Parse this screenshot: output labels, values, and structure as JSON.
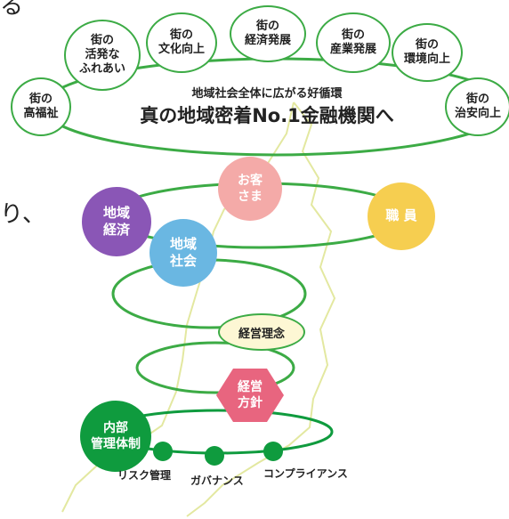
{
  "colors": {
    "green": "#3cab45",
    "dark_green": "#0f9b3e",
    "purple": "#8a56b6",
    "blue": "#6ab7e2",
    "pink": "#f4aaa8",
    "yellow": "#f6ce50",
    "red": "#e8657f",
    "cream": "#fdf7d4"
  },
  "side_text": {
    "top": "る",
    "middle": "り、"
  },
  "goals": [
    {
      "line1": "街の",
      "line2": "高福祉"
    },
    {
      "line1": "街の",
      "line2": "活発な",
      "line3": "ふれあい"
    },
    {
      "line1": "街の",
      "line2": "文化向上"
    },
    {
      "line1": "街の",
      "line2": "経済発展"
    },
    {
      "line1": "街の",
      "line2": "産業発展"
    },
    {
      "line1": "街の",
      "line2": "環境向上"
    },
    {
      "line1": "街の",
      "line2": "治安向上"
    }
  ],
  "big_ring": {
    "subtitle": "地域社会全体に広がる好循環",
    "title": "真の地域密着No.1金融機関へ"
  },
  "stakeholders": {
    "customers": {
      "line1": "お客",
      "line2": "さま"
    },
    "regional_economy": {
      "line1": "地域",
      "line2": "経済"
    },
    "employees": {
      "line1": "職 員"
    },
    "community": {
      "line1": "地域",
      "line2": "社会"
    }
  },
  "management_philosophy": "経営理念",
  "management_policy": {
    "line1": "経営",
    "line2": "方針"
  },
  "internal_control": {
    "line1": "内部",
    "line2": "管理体制"
  },
  "pillars": [
    "リスク管理",
    "ガバナンス",
    "コンプライアンス"
  ]
}
